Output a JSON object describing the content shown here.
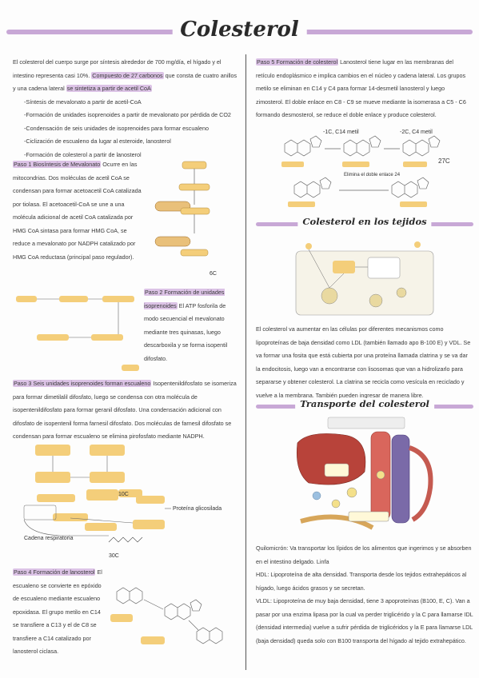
{
  "title": "Colesterol",
  "left": {
    "intro1": "El colesterol del cuerpo surge por síntesis alrededor de 700 mg/día, el hígado y el intestino representa casi 10%.",
    "intro_hl1": "Compuesto de 27 carbonos",
    "intro2": "que consta de cuatro anillos y una cadena lateral",
    "intro_hl2": "se sintetiza a partir de acetil CoA",
    "steps": [
      "-Síntesis de mevalonato a partir de acetil-CoA",
      "-Formación de unidades isoprenoides a partir de mevalonato por pérdida de CO2",
      "-Condensación de seis unidades de isoprenoides para formar escualeno",
      "-Ciclización de escualeno da lugar al esteroide, lanosterol",
      "-Formación de colesterol a partir de lanosterol"
    ],
    "paso1_title": "Paso 1 Biosíntesis de Mevalonato",
    "paso1_text": "Ocurre en las mitocondrias. Dos moléculas de acetil CoA se condensan para formar acetoacetil CoA catalizada por tiolasa. El acetoacetil-CoA se une a una molécula adicional de acetil CoA catalizada por HMG CoA sintasa para formar HMG CoA, se reduce a mevalonato por NADPH catalizado por HMG CoA reductasa (principal paso regulador).",
    "paso2_title": "Paso 2 Formación de unidades isoprenoides",
    "paso2_text": "El ATP fosforila de modo secuencial el mevalonato mediante tres quinasas, luego descarboxila y se forma isopentil difosfato.",
    "paso3_title": "Paso 3 Seis unidades isoprenoides forman escualeno",
    "paso3_text": "Isopentenildifosfato se isomeriza para formar dimetilalil difosfato, luego se condensa con otra molécula de isopentenildifosfato para formar geranil difosfato. Una condensación adicional con difosfato de isopentenil forma farnesil difosfato. Dos moléculas de farnesil difosfato se condensan para formar escualeno se elimina pirofosfato mediante NADPH.",
    "paso4_title": "Paso 4 Formación de lanosterol",
    "paso4_text": "El escualeno se convierte en epóxido de escualeno mediante escualeno epoxidasa. El grupo metilo en C14 se transfiere a C13 y el de C8 se transfiere a C14 catalizado por lanosterol ciclasa.",
    "fig_labels": {
      "c6": "6C",
      "c10": "10C",
      "c30": "30C",
      "prot": "Proteína glicosilada",
      "cad": "Cadena respiratoria"
    }
  },
  "right": {
    "paso5_title": "Paso 5 Formación de colesterol",
    "paso5_text": "Lanosterol tiene lugar en las membranas del retículo endoplásmico e implica cambios en el núcleo y cadena lateral. Los grupos metilo se eliminan en C14 y C4 para formar 14-desmetil lanosterol y luego zimosterol. El doble enlace en C8 - C9 se mueve mediante la isomerasa a C5 - C6 formando desmosterol, se reduce el doble enlace y produce colesterol.",
    "fig5_labels": {
      "a": "-1C, C14 metil",
      "b": "-2C, C4 metil",
      "c": "27C",
      "d": "Elimina el doble enlace 24"
    },
    "tejidos_title": "Colesterol en los tejidos",
    "tejidos_text": "El colesterol va aumentar en las células por diferentes mecanismos como lipoproteínas de baja densidad como LDL (también llamado apo B-100 E) y VDL. Se va formar una fosita que está cubierta por una proteína llamada clatrina y se va dar la endocitosis, luego van a encontrarse con lisosomas que van a hidrolizarlo para separarse y obtener colesterol. La clatrina se recicla como vesícula en reciclado y vuelve a la membrana. También pueden ingresar de manera libre.",
    "transporte_title": "Transporte del colesterol",
    "quilo": "Quilomicrón: Va transportar los lípidos de los alimentos que ingerimos y se absorben en el intestino delgado. Linfa",
    "hdl": "HDL: Lipoproteína de alta densidad. Transporta desde los tejidos extrahepáticos al hígado, luego ácidos grasos y se secretan.",
    "vldl": "VLDL: Lipoproteína de muy baja densidad, tiene 3 apoproteínas (B100, E, C). Van a pasar por una enzima lipasa por la cual va perder triglicérido y la C para llamarse IDL (densidad intermedia) vuelve a sufrir pérdida de triglicéridos y la E para llamarse LDL (baja densidad) queda solo con B100 transporta del hígado al tejido extrahepático."
  }
}
